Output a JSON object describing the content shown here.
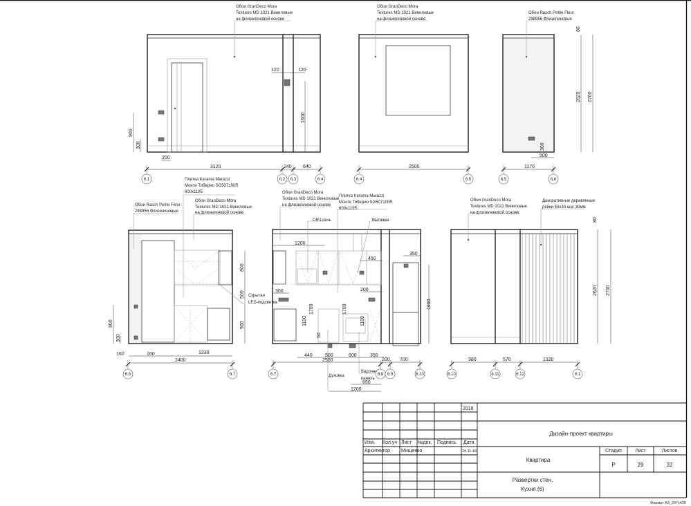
{
  "labels": {
    "wallpaper_grandeco": [
      "Обои GranDeco Mora",
      "Textures MD 1021 Виниловые",
      "на флизелиновой основе"
    ],
    "wallpaper_rasch": [
      "Обои Rasch Petite Fleur",
      "288956 Флизелиновые"
    ],
    "tile": [
      "Плитка Kerama Marazzi",
      "Монте Тиберио SG507100R",
      "600х1195"
    ],
    "microwave": "СВЧ-печь",
    "hood": "Вытяжка",
    "led": [
      "Скрытая",
      "LED-подсветка"
    ],
    "oven": "Духовка",
    "hob": [
      "Варочная",
      "панель"
    ],
    "slats": [
      "Декоративные деревянные",
      "рейки 60х30 шаг 30мм"
    ]
  },
  "elevations": {
    "e1": {
      "axes": [
        "6.1",
        "6.2",
        "6.3",
        "6.4"
      ],
      "dims": [
        "120",
        "120",
        "1600",
        "900",
        "300",
        "200",
        "3120",
        "240",
        "640"
      ]
    },
    "e2": {
      "axes": [
        "6.4",
        "6.5"
      ],
      "dims": [
        "2500"
      ]
    },
    "e3": {
      "axes": [
        "6.5",
        "6.6"
      ],
      "dims": [
        "80",
        "2620",
        "2700",
        "300",
        "500",
        "1170"
      ]
    },
    "e4": {
      "axes": [
        "6.6",
        "6.7"
      ],
      "dims": [
        "800",
        "500",
        "900",
        "900",
        "300",
        "160",
        "160",
        "1330",
        "2400"
      ]
    },
    "e5": {
      "axes": [
        "6.7",
        "6.8",
        "6.9",
        "6.10"
      ],
      "dims": [
        "1200",
        "450",
        "350",
        "300",
        "200",
        "1900",
        "1700",
        "1700",
        "1100",
        "1100",
        "50",
        "440",
        "500",
        "600",
        "350",
        "2500",
        "200",
        "700",
        "650",
        "1200"
      ]
    },
    "e6": {
      "axes": [
        "6.10",
        "6.11",
        "6.12",
        "6.1"
      ],
      "dims": [
        "80",
        "2620",
        "2700",
        "980",
        "570",
        "1320"
      ]
    }
  },
  "title_block": {
    "year": "2018",
    "headers": [
      "Изм.",
      "Кол.уч",
      "Лист",
      "№док.",
      "Подпись",
      "Дата"
    ],
    "role": "Архитектор",
    "name": "Мищенко",
    "date": "14.11.18",
    "project": "Дизайн-проект квартиры",
    "object": "Квартира",
    "stage_label": "Стадия",
    "sheet_label": "Лист",
    "sheets_label": "Листов",
    "stage": "Р",
    "sheet": "29",
    "sheets": "32",
    "drawing": [
      "Развертки стен.",
      "Кухня (6)"
    ],
    "format": "Формат А3_297х420"
  }
}
